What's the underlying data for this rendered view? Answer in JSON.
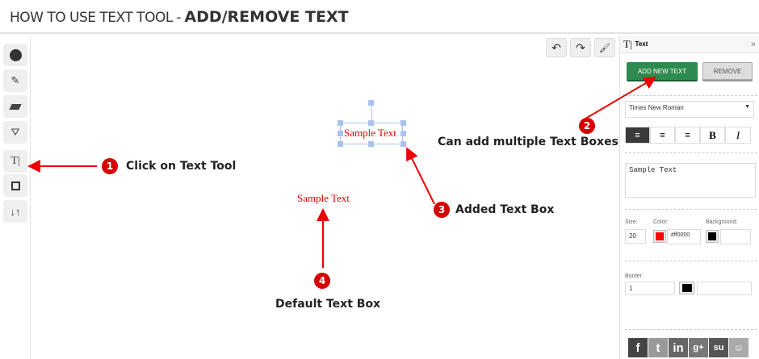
{
  "title": {
    "prefix": "HOW TO USE TEXT TOOL",
    "separator": "-",
    "main": "ADD/REMOVE TEXT"
  },
  "toolbar": {
    "tools": [
      "circle-tool",
      "pencil-tool",
      "eraser-tool",
      "shapes-tool",
      "text-tool",
      "image-tool",
      "layer-order-tool"
    ],
    "text_icon": "T|",
    "order_icon": "↓↑"
  },
  "top_actions": {
    "undo": "↶",
    "redo": "↷",
    "clear": "🖌"
  },
  "canvas": {
    "selected_text": "Sample Text",
    "default_text": "Sample Text",
    "text_color": "#ff0000"
  },
  "panel": {
    "header": "Text",
    "header_icon": "T|",
    "collapse": "»",
    "add_label": "ADD NEW TEXT",
    "remove_label": "REMOVE",
    "font": "Times New Roman",
    "align": [
      "≡",
      "≡",
      "≡"
    ],
    "bold": "B",
    "italic": "I",
    "text_value": "Sample Text",
    "size_label": "Size:",
    "size_value": "20",
    "color_label": "Color:",
    "color_value": "#ff0000",
    "background_label": "Background:",
    "background_value": "",
    "border_label": "Border:",
    "border_value": "1",
    "border_color_value": "",
    "accent": "#2e8b4f"
  },
  "social": [
    "f",
    "t",
    "in",
    "g+",
    "su",
    "reddit"
  ],
  "annotations": [
    {
      "num": "1",
      "text": "Click on Text Tool"
    },
    {
      "num": "2",
      "text": "Can add multiple Text Boxes"
    },
    {
      "num": "3",
      "text": "Added Text Box"
    },
    {
      "num": "4",
      "text": "Default Text Box"
    }
  ]
}
